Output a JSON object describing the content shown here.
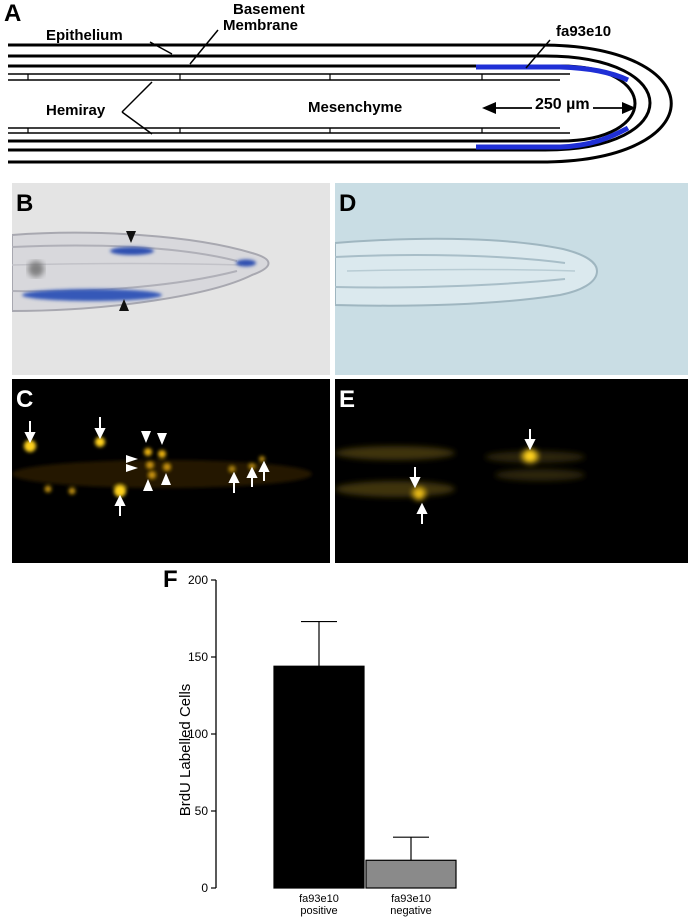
{
  "panelA": {
    "letter": "A",
    "labels": {
      "epithelium": "Epithelium",
      "basement_1": "Basement",
      "basement_2": "Membrane",
      "gene": "fa93e10",
      "hemiray": "Hemiray",
      "mesenchyme": "Mesenchyme",
      "scale": "250 µm"
    },
    "colors": {
      "expression": "#1f2fd6",
      "line": "#000000"
    }
  },
  "panelB": {
    "letter": "B"
  },
  "panelC": {
    "letter": "C"
  },
  "panelD": {
    "letter": "D"
  },
  "panelE": {
    "letter": "E"
  },
  "panelF": {
    "letter": "F",
    "chart_data": {
      "type": "bar",
      "categories": [
        "fa93e10\npositive",
        "fa93e10\nnegative"
      ],
      "category_lines": [
        [
          "fa93e10",
          "positive"
        ],
        [
          "fa93e10",
          "negative"
        ]
      ],
      "values": [
        144,
        18
      ],
      "errors": [
        29,
        15
      ],
      "colors": [
        "#000000",
        "#8a8a8a"
      ],
      "ylabel": "BrdU Labelled Cells",
      "ylim": [
        0,
        200
      ],
      "yticks": [
        0,
        50,
        100,
        150,
        200
      ]
    }
  }
}
